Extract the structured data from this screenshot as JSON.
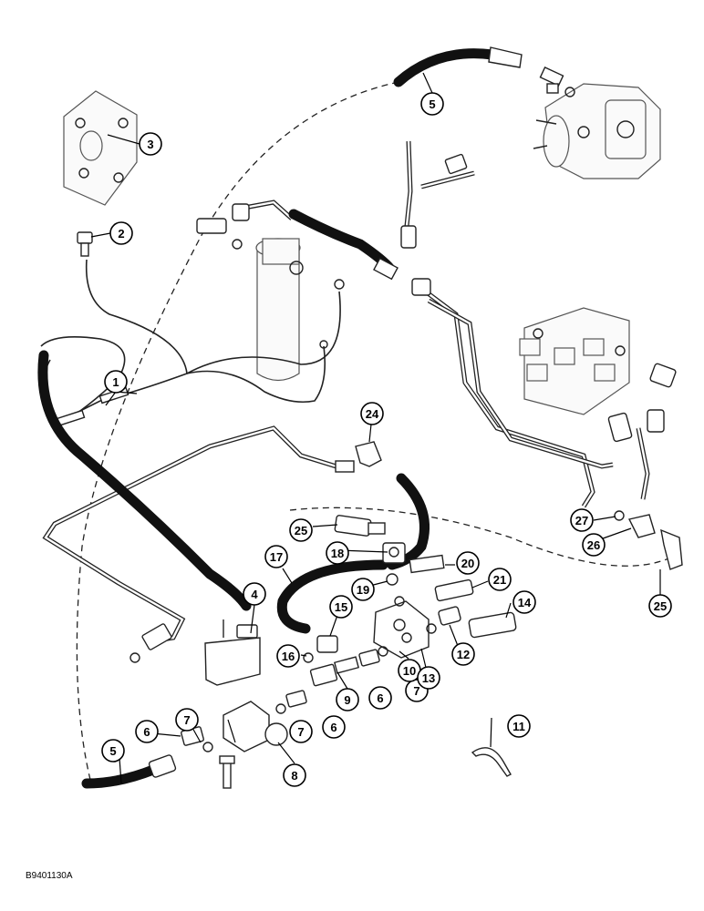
{
  "drawing_code": "B9401130A",
  "callouts": [
    {
      "id": "c1",
      "label": "1"
    },
    {
      "id": "c2",
      "label": "2"
    },
    {
      "id": "c3",
      "label": "3"
    },
    {
      "id": "c4",
      "label": "4"
    },
    {
      "id": "c5a",
      "label": "5"
    },
    {
      "id": "c5b",
      "label": "5"
    },
    {
      "id": "c6a",
      "label": "6"
    },
    {
      "id": "c6b",
      "label": "6"
    },
    {
      "id": "c6c",
      "label": "6"
    },
    {
      "id": "c7a",
      "label": "7"
    },
    {
      "id": "c7b",
      "label": "7"
    },
    {
      "id": "c7c",
      "label": "7"
    },
    {
      "id": "c8",
      "label": "8"
    },
    {
      "id": "c9",
      "label": "9"
    },
    {
      "id": "c10",
      "label": "10"
    },
    {
      "id": "c11",
      "label": "11"
    },
    {
      "id": "c12",
      "label": "12"
    },
    {
      "id": "c13",
      "label": "13"
    },
    {
      "id": "c14",
      "label": "14"
    },
    {
      "id": "c15",
      "label": "15"
    },
    {
      "id": "c16",
      "label": "16"
    },
    {
      "id": "c17",
      "label": "17"
    },
    {
      "id": "c18",
      "label": "18"
    },
    {
      "id": "c19",
      "label": "19"
    },
    {
      "id": "c20",
      "label": "20"
    },
    {
      "id": "c21",
      "label": "21"
    },
    {
      "id": "c24",
      "label": "24"
    },
    {
      "id": "c25a",
      "label": "25"
    },
    {
      "id": "c25b",
      "label": "25"
    },
    {
      "id": "c26",
      "label": "26"
    },
    {
      "id": "c27",
      "label": "27"
    }
  ]
}
